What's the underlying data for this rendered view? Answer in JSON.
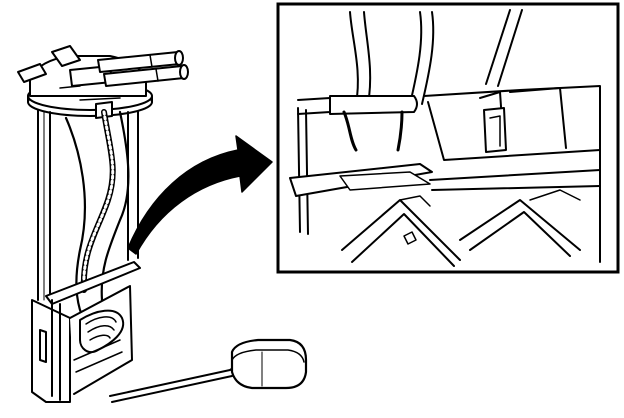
{
  "figure": {
    "kind": "technical line illustration",
    "colors": {
      "ink": "#000000",
      "paper": "#ffffff"
    },
    "parts": [
      "fuel-pump-module",
      "module-flange",
      "outlet-tubes",
      "wiring-harness",
      "reservoir-bracket",
      "float-arm",
      "fuel-level-float",
      "callout-arrow",
      "detail-inset"
    ]
  }
}
